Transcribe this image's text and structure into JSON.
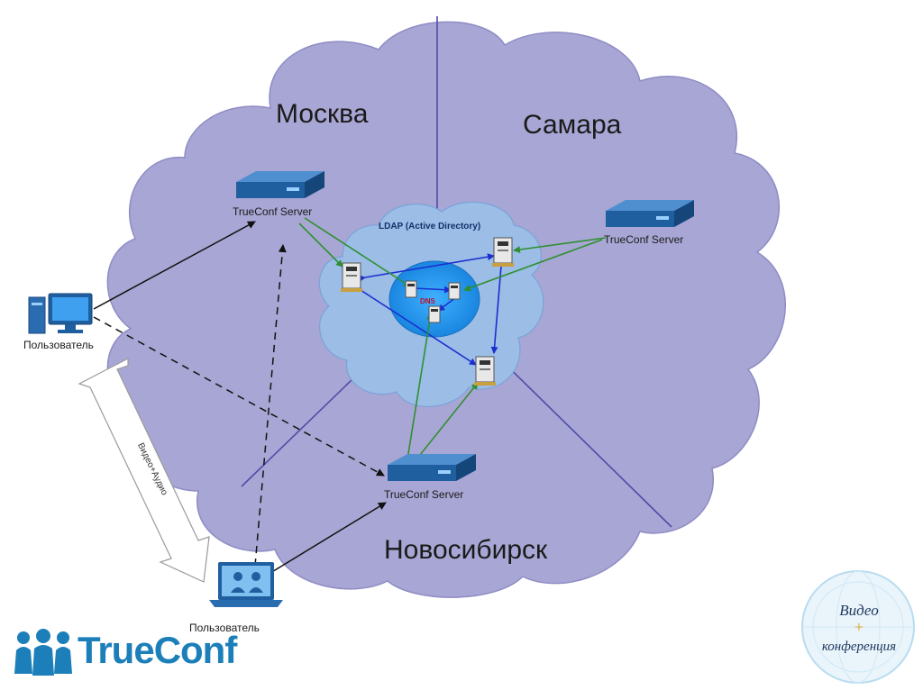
{
  "diagram": {
    "regions": {
      "moscow": "Москва",
      "samara": "Самара",
      "novosibirsk": "Новосибирск"
    },
    "core": {
      "ldap_label": "LDAP (Active Directory)",
      "dns_label": "DNS"
    },
    "servers": {
      "moscow_label": "TrueConf Server",
      "samara_label": "TrueConf Server",
      "novosibirsk_label": "TrueConf Server"
    },
    "users": {
      "desktop_label": "Пользователь",
      "laptop_label": "Пользователь"
    },
    "link_label": "Видео+Аудио"
  },
  "branding": {
    "logo_text": "TrueConf",
    "badge_line1": "Видео",
    "badge_line2": "+",
    "badge_line3": "конференция"
  },
  "colors": {
    "cloud_fill": "#a8a6d4",
    "cloud_stroke": "#8e8cc4",
    "ldap_fill": "#9bbde6",
    "dns_fill": "#2f9ae8",
    "server_blue": "#1f5fa0",
    "green_link": "#2f8f2f",
    "blue_link": "#1a2fd0",
    "brand_blue": "#1c7fb9"
  }
}
